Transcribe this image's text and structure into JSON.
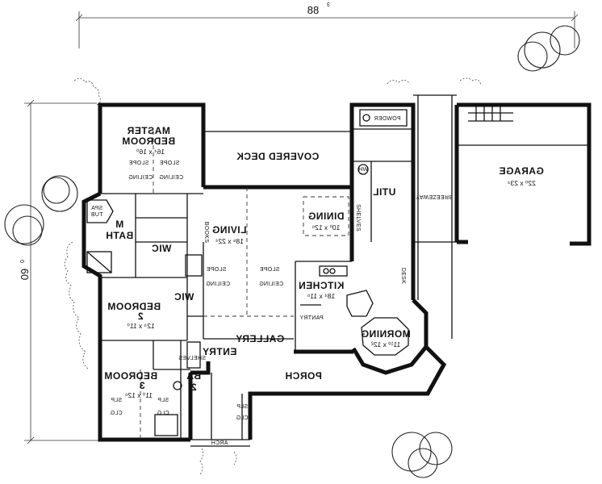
{
  "dimensions": {
    "width_total": "88",
    "width_prime": "3",
    "depth_total": "60",
    "depth_prime": "0"
  },
  "rooms": {
    "master_bedroom": {
      "line1": "MASTER",
      "line2": "BEDROOM",
      "size": "16⁴ x 16⁰"
    },
    "covered_deck": "COVERED DECK",
    "powder": "POWDER",
    "util": "UTIL",
    "wh": "WH",
    "breezeway": "BREEZEWAY",
    "garage": {
      "name": "GARAGE",
      "size": "22⁰ x 23⁴"
    },
    "m_bath": {
      "line1": "M",
      "line2": "BATH"
    },
    "spa_tub": {
      "line1": "SPA",
      "line2": "TUB"
    },
    "wic_master": "WIC",
    "books": "BOOKS",
    "living": {
      "name": "LIVING",
      "size": "18⁸ x 22⁴"
    },
    "dining": {
      "name": "DINING",
      "size": "10⁰ x 12⁶"
    },
    "shelves_dining": "SHELVES",
    "kitchen": {
      "name": "KITCHEN",
      "size": "18⁴ x 11⁶"
    },
    "desk": "DESK",
    "pantry": "PANTRY",
    "wic_bed2": "WIC",
    "bedroom2": {
      "name": "BEDROOM",
      "num": "2",
      "size": "12⁴ x 11⁰"
    },
    "gallery": "GALLERY",
    "morning": {
      "name": "MORNING",
      "size": "11¹⁰ x 12²"
    },
    "entry": "ENTRY",
    "shelves_entry": "SHELVES",
    "porch": "PORCH",
    "bedroom3": {
      "name": "BEDROOM",
      "num": "3",
      "size": "11⁰ x 12⁶"
    },
    "ba2": {
      "line1": "BA",
      "line2": "2"
    },
    "arch": "ARCH"
  },
  "notes": {
    "slope": "SLOPE",
    "ceiling": "CEILING",
    "slp": "SLP",
    "clg": "CLG"
  }
}
